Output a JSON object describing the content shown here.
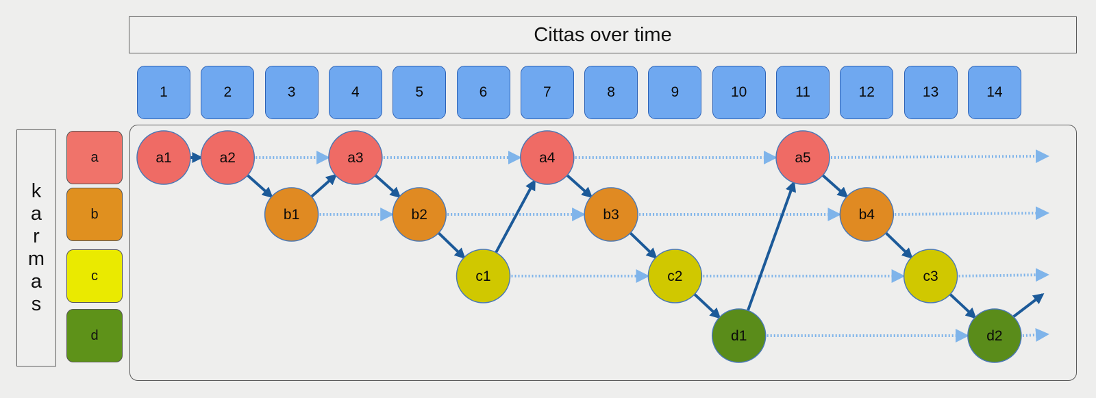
{
  "title": "Cittas over time",
  "time_steps": [
    "1",
    "2",
    "3",
    "4",
    "5",
    "6",
    "7",
    "8",
    "9",
    "10",
    "11",
    "12",
    "13",
    "14"
  ],
  "karmas_label": [
    "k",
    "a",
    "r",
    "m",
    "a",
    "s"
  ],
  "karmas": [
    {
      "label": "a",
      "color": "#f0736a"
    },
    {
      "label": "b",
      "color": "#e0901f"
    },
    {
      "label": "c",
      "color": "#eaea00"
    },
    {
      "label": "d",
      "color": "#5e9219"
    }
  ],
  "node_colors": {
    "a": "#ef6b65",
    "b": "#e08a22",
    "c": "#d0c800",
    "d": "#5a8c1a"
  },
  "arrow_colors": {
    "solid": "#1c5a99",
    "dotted": "#7fb4ea"
  },
  "nodes": [
    {
      "label": "a1",
      "karma": "a",
      "step": 1
    },
    {
      "label": "a2",
      "karma": "a",
      "step": 2
    },
    {
      "label": "b1",
      "karma": "b",
      "step": 3
    },
    {
      "label": "a3",
      "karma": "a",
      "step": 4
    },
    {
      "label": "b2",
      "karma": "b",
      "step": 5
    },
    {
      "label": "c1",
      "karma": "c",
      "step": 6
    },
    {
      "label": "a4",
      "karma": "a",
      "step": 7
    },
    {
      "label": "b3",
      "karma": "b",
      "step": 8
    },
    {
      "label": "c2",
      "karma": "c",
      "step": 9
    },
    {
      "label": "d1",
      "karma": "d",
      "step": 10
    },
    {
      "label": "a5",
      "karma": "a",
      "step": 11
    },
    {
      "label": "b4",
      "karma": "b",
      "step": 12
    },
    {
      "label": "c3",
      "karma": "c",
      "step": 13
    },
    {
      "label": "d2",
      "karma": "d",
      "step": 14
    }
  ],
  "carry_over": [
    {
      "from": "a2",
      "to": "a3"
    },
    {
      "from": "a3",
      "to": "a4"
    },
    {
      "from": "a4",
      "to": "a5"
    },
    {
      "from": "b1",
      "to": "b2"
    },
    {
      "from": "b2",
      "to": "b3"
    },
    {
      "from": "b3",
      "to": "b4"
    },
    {
      "from": "c1",
      "to": "c2"
    },
    {
      "from": "c2",
      "to": "c3"
    },
    {
      "from": "d1",
      "to": "d2"
    }
  ]
}
